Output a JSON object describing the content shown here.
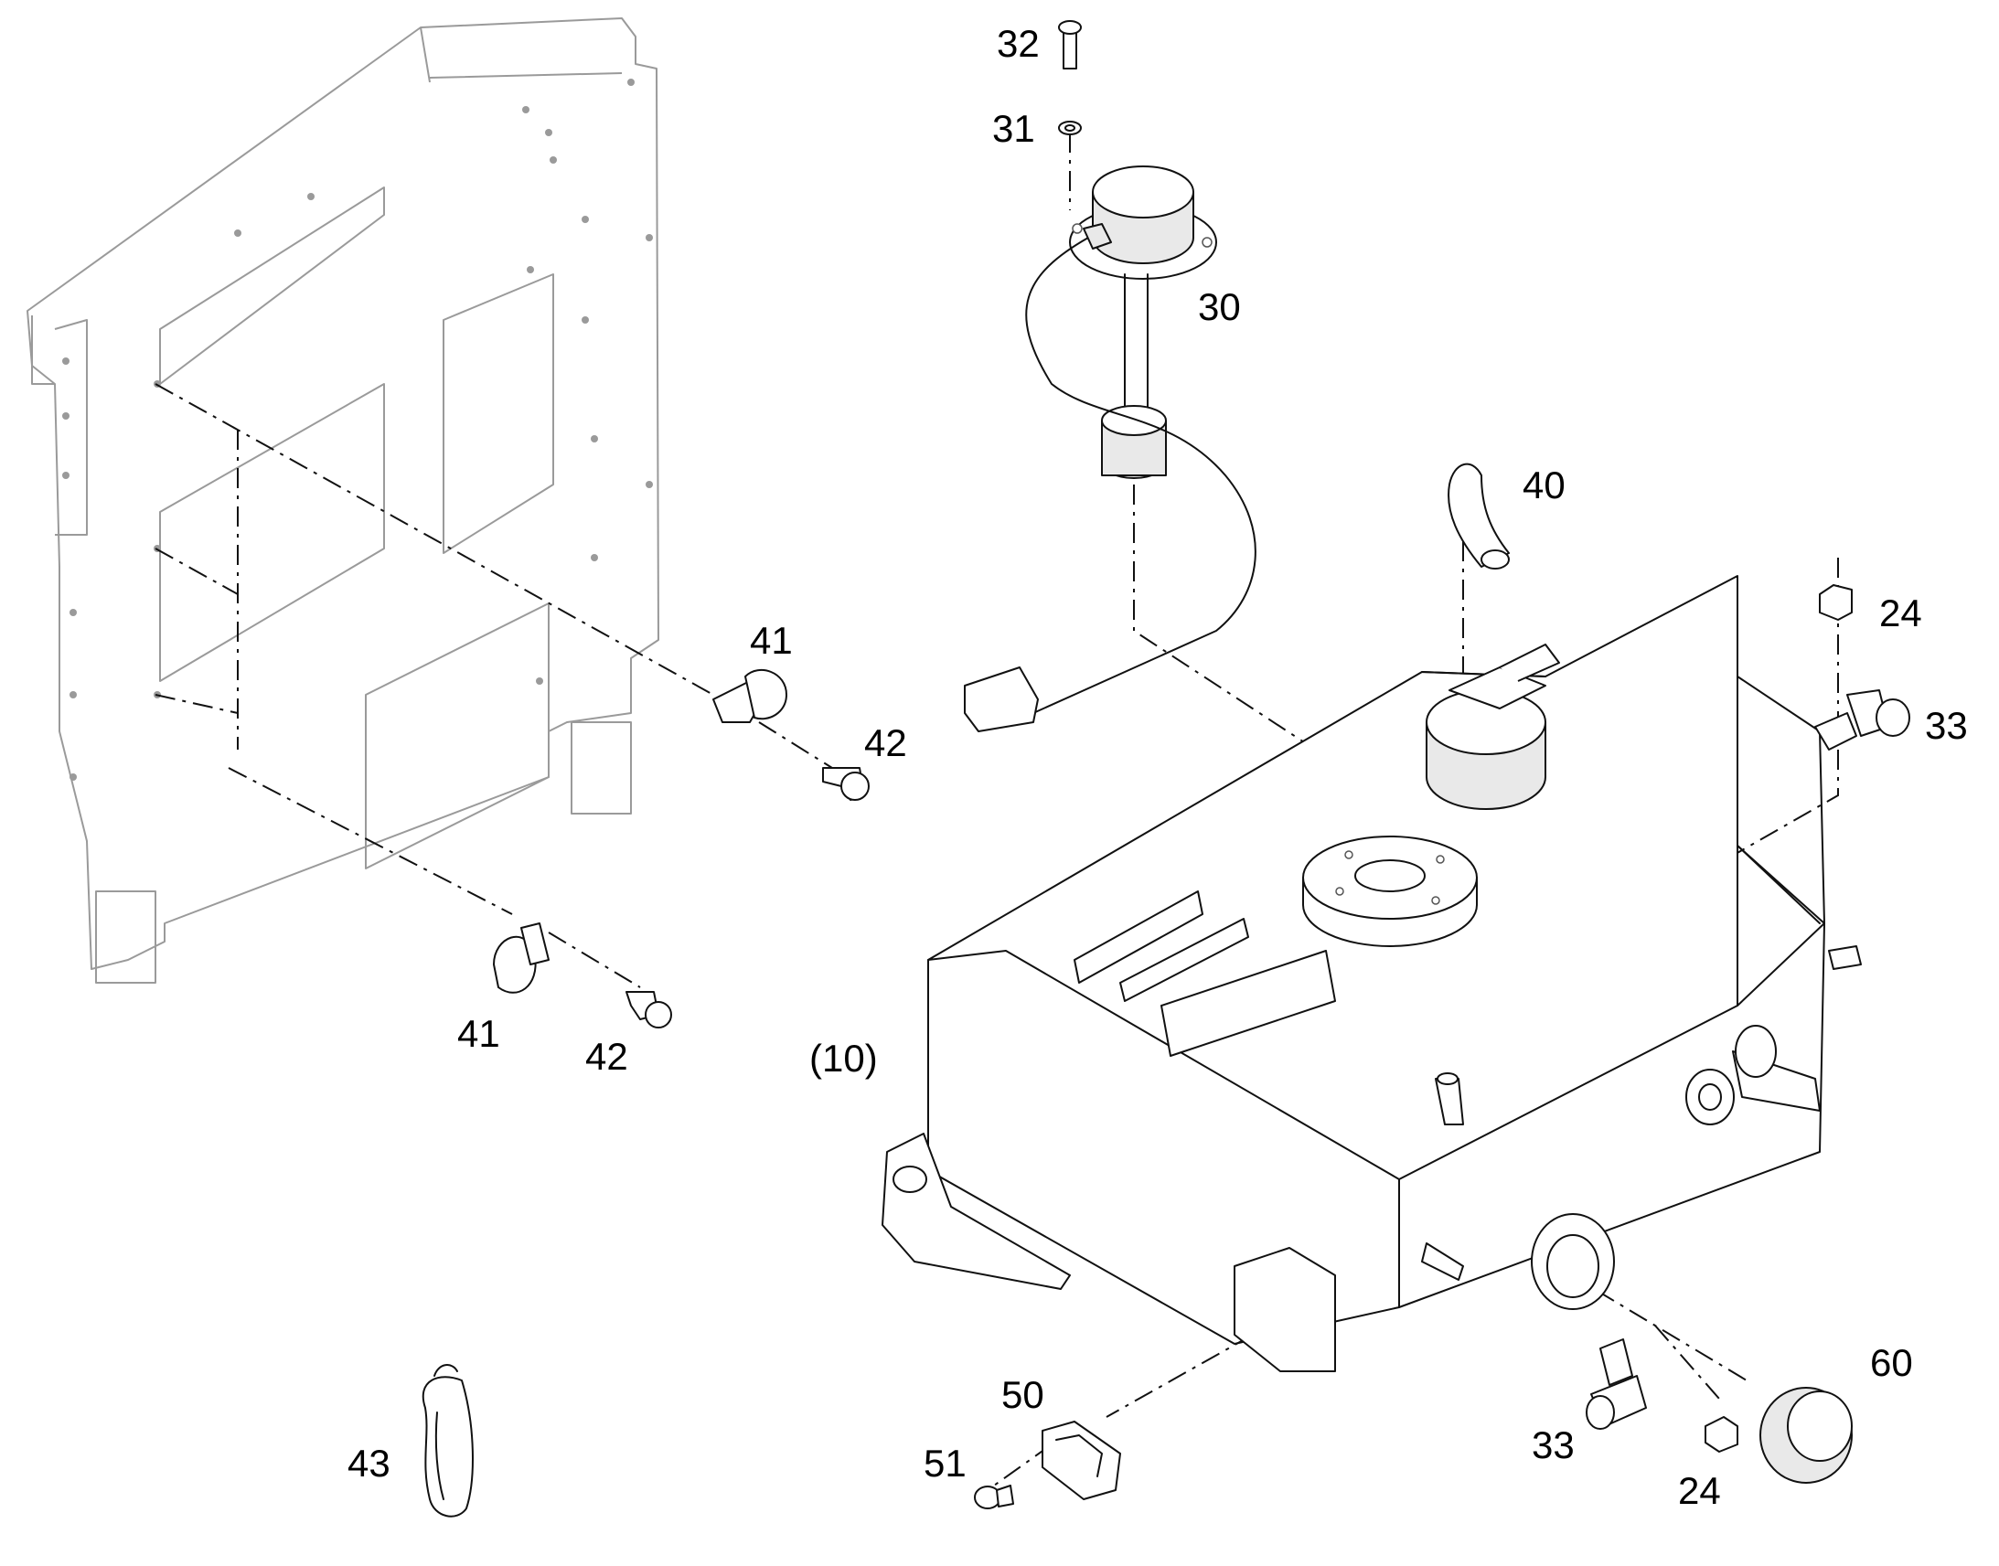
{
  "callouts": {
    "c32": "32",
    "c31": "31",
    "c30": "30",
    "c40": "40",
    "c24_top": "24",
    "c33_right": "33",
    "c41_upper": "41",
    "c42_upper": "42",
    "c41_lower": "41",
    "c42_lower": "42",
    "c10": "(10)",
    "c43": "43",
    "c50": "50",
    "c51": "51",
    "c33_bottom": "33",
    "c24_bottom": "24",
    "c60": "60"
  },
  "colors": {
    "line": "#111111",
    "light_line": "#9a9a9a",
    "background": "#ffffff"
  }
}
